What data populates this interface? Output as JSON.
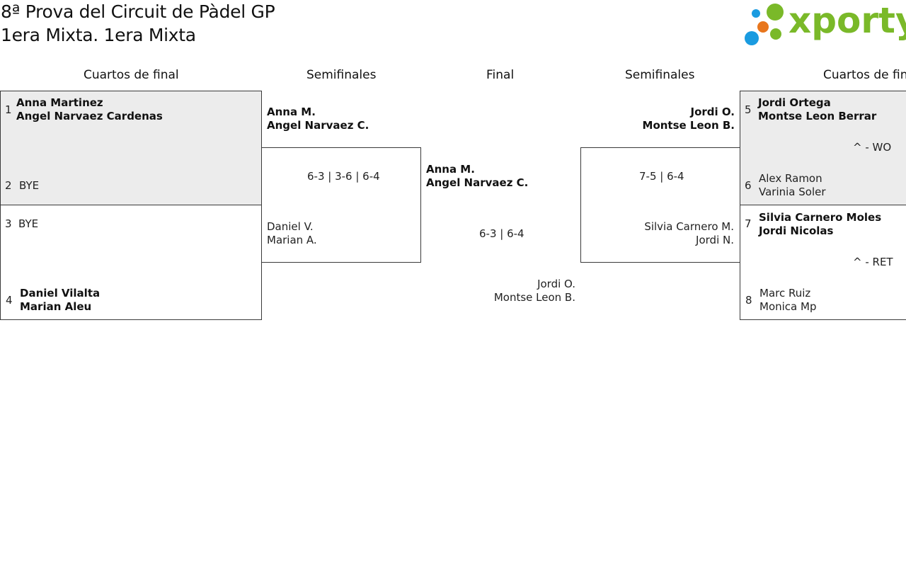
{
  "header": {
    "title": "8ª Prova del Circuit de Pàdel GP",
    "subtitle": "1era Mixta. 1era Mixta",
    "logo_text": "xporty",
    "logo_colors": [
      "#1a9be0",
      "#e8761d",
      "#7ab929"
    ]
  },
  "rounds": {
    "left_quarters": "Cuartos de final",
    "left_semis": "Semifinales",
    "final": "Final",
    "right_semis": "Semifinales",
    "right_quarters": "Cuartos de final"
  },
  "quarters_left": [
    {
      "seed_a": "1",
      "a1": "Anna Martinez",
      "a2": "Angel Narvaez Cardenas",
      "seed_b": "2",
      "b": "BYE"
    },
    {
      "seed_a": "3",
      "a": "BYE",
      "seed_b": "4",
      "b1": "Daniel Vilalta",
      "b2": "Marian Aleu"
    }
  ],
  "quarters_right": [
    {
      "seed_a": "5",
      "a1": "Jordi Ortega",
      "a2": "Montse Leon Berrar",
      "result": "^ - WO",
      "seed_b": "6",
      "b1": "Alex Ramon",
      "b2": "Varinia Soler"
    },
    {
      "seed_a": "7",
      "a1": "Silvia Carnero Moles",
      "a2": "Jordi Nicolas",
      "result": "^ - RET",
      "seed_b": "8",
      "b1": "Marc Ruiz",
      "b2": "Monica Mp"
    }
  ],
  "semi_left": {
    "top1": "Anna M.",
    "top2": "Angel Narvaez C.",
    "score": "6-3 | 3-6 | 6-4",
    "bot1": "Daniel V.",
    "bot2": "Marian A."
  },
  "semi_right": {
    "top1": "Jordi O.",
    "top2": "Montse Leon B.",
    "score": "7-5 | 6-4",
    "bot1": "Silvia Carnero M.",
    "bot2": "Jordi N."
  },
  "final": {
    "top1": "Anna M.",
    "top2": "Angel Narvaez C.",
    "score": "6-3 | 6-4",
    "bot1": "Jordi O.",
    "bot2": "Montse Leon B."
  }
}
